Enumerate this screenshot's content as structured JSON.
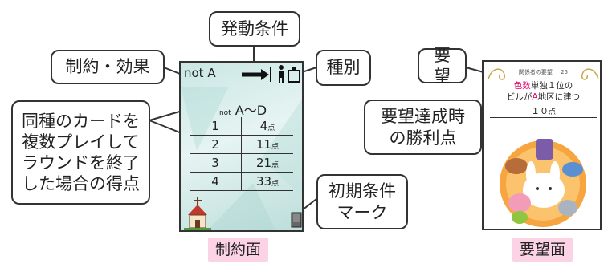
{
  "callouts": {
    "trigger": "発動条件",
    "constraint_effect": "制約・効果",
    "type": "種別",
    "same_kind": "同種のカードを\n複数プレイして\nラウンドを終了\nした場合の得点",
    "initial_mark": "初期条件\nマーク",
    "request": "要望",
    "request_points": "要望達成時\nの勝利点"
  },
  "left_card": {
    "header_text": "not A",
    "table_title_prefix": "not",
    "table_title_range": "A～D",
    "rows": [
      {
        "n": "1",
        "pts": "4",
        "unit": "点"
      },
      {
        "n": "2",
        "pts": "11",
        "unit": "点"
      },
      {
        "n": "3",
        "pts": "21",
        "unit": "点"
      },
      {
        "n": "4",
        "pts": "33",
        "unit": "点"
      }
    ],
    "caption": "制約面"
  },
  "right_card": {
    "top_label": "関係者の要望",
    "top_number": "25",
    "line1_colored": "色数",
    "line1_rest": "単独１位の",
    "line2_pre": "ビルが",
    "line2_colored": "A",
    "line2_post": "地区に建つ",
    "points": "１０",
    "points_unit": "点",
    "caption": "要望面"
  },
  "colors": {
    "accent_pink": "#e8006b",
    "caption_bg": "#fbd3e4",
    "card_bg": "#d4ece9"
  }
}
